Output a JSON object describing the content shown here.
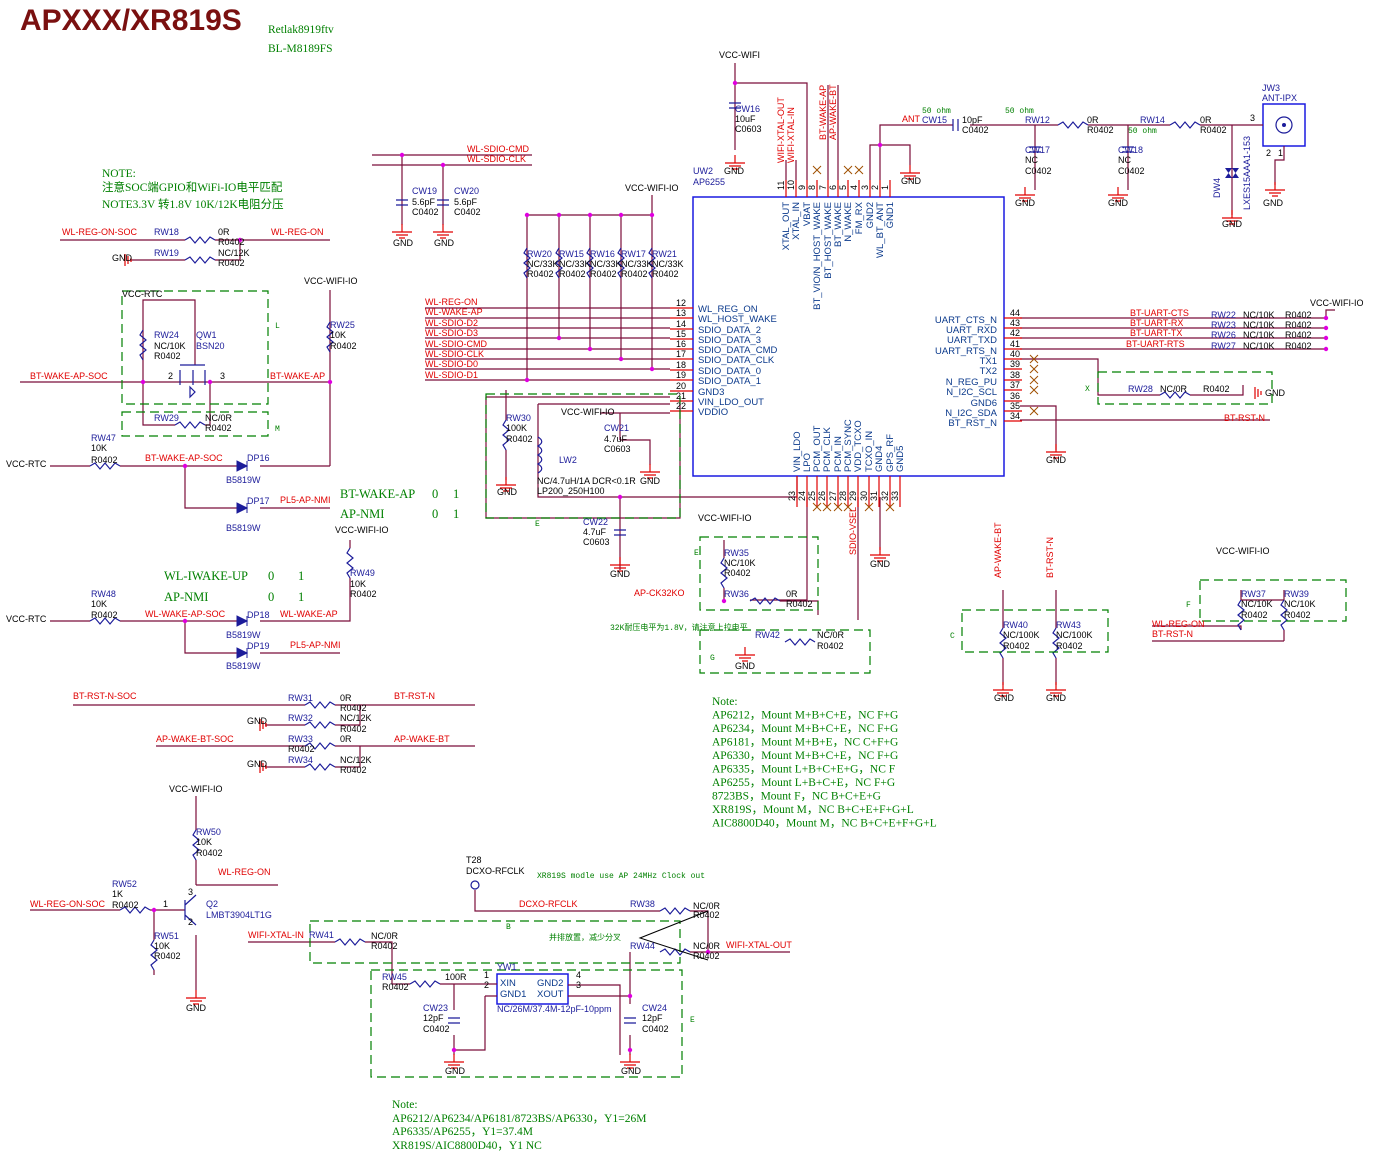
{
  "title": "APXXX/XR819S",
  "subtitle": [
    "Retlak8919ftv",
    "BL-M8189FS"
  ],
  "notes": {
    "soc": [
      "NOTE:",
      "注意SOC端GPIO和WiFi-IO电平匹配",
      "NOTE3.3V 转1.8V 10K/12K电阻分压"
    ],
    "mount": [
      "Note:",
      "AP6212，Mount M+B+C+E，NC F+G",
      "AP6234，Mount M+B+C+E，NC F+G",
      "AP6181，Mount M+B+E，NC C+F+G",
      "AP6330，Mount M+B+C+E，NC F+G",
      "AP6335，Mount L+B+C+E+G，NC F",
      "AP6255，Mount L+B+C+E，NC F+G",
      "8723BS，Mount F，NC B+C+E+G",
      "XR819S，Mount M，NC B+C+E+F+G+L",
      "AIC8800D40，Mount M，NC B+C+E+F+G+L"
    ],
    "crystal": [
      "Note:",
      "AP6212/AP6234/AP6181/8723BS/AP6330，Y1=26M",
      "AP6335/AP6255，Y1=37.4M",
      "XR819S/AIC8800D40，Y1 NC"
    ],
    "clock": "XR819S modle use AP 24MHz Clock out",
    "parallel": "并排放置，减少分叉",
    "k32": "32K耐压电平为1.8V，请注意上拉电平"
  },
  "truth": {
    "t1": [
      "BT-WAKE-AP",
      "0",
      "1"
    ],
    "t2": [
      "AP-NMI",
      "0",
      "1"
    ],
    "t3": [
      "WL-IWAKE-UP",
      "0",
      "1"
    ],
    "t4": [
      "AP-NMI",
      "0",
      "1"
    ]
  },
  "common": {
    "gnd": "GND",
    "r0402": "R0402",
    "c0402": "C0402",
    "c0603": "C0603",
    "vcc_wifi": "VCC-WIFI",
    "vcc_wifi_io": "VCC-WIFI-IO",
    "vcc_rtc": "VCC-RTC",
    "ohm50": "50 ohm"
  },
  "module": {
    "ref": "UW2",
    "part": "AP6255",
    "top_pins": [
      "XTAL_OUT",
      "XTAL_IN",
      "VBAT",
      "BT_VIO/N_HOST_WAKE",
      "BT_HOST_WAKE",
      "BT_WAKE",
      "N_WAKE",
      "FM_RX",
      "GND2",
      "WL_BT_ANT",
      "GND1"
    ],
    "top_nums": [
      "11",
      "10",
      "9",
      "8",
      "7",
      "6",
      "5",
      "4",
      "3",
      "2",
      "1"
    ],
    "left_pins": [
      "WL_REG_ON",
      "WL_HOST_WAKE",
      "SDIO_DATA_2",
      "SDIO_DATA_3",
      "SDIO_DATA_CMD",
      "SDIO_DATA_CLK",
      "SDIO_DATA_0",
      "SDIO_DATA_1",
      "GND3",
      "VIN_LDO_OUT",
      "VDDIO"
    ],
    "left_nums": [
      "12",
      "13",
      "14",
      "15",
      "16",
      "17",
      "18",
      "19",
      "20",
      "21",
      "22"
    ],
    "right_pins": [
      "UART_CTS_N",
      "UART_RXD",
      "UART_TXD",
      "UART_RTS_N",
      "TX1",
      "TX2",
      "N_REG_PU",
      "N_I2C_SCL",
      "GND6",
      "N_I2C_SDA",
      "BT_RST_N"
    ],
    "right_nums": [
      "44",
      "43",
      "42",
      "41",
      "40",
      "39",
      "38",
      "37",
      "36",
      "35",
      "34"
    ],
    "bottom_pins": [
      "VIN_LDO",
      "LPO",
      "PCM_OUT",
      "PCM_CLK",
      "PCM_IN",
      "PCM_SYNC",
      "VDD_TCXO",
      "TCXO_IN",
      "GND4",
      "GPS_RF",
      "GND5"
    ],
    "bottom_nums": [
      "23",
      "24",
      "25",
      "26",
      "27",
      "28",
      "29",
      "30",
      "31",
      "32",
      "33"
    ]
  },
  "nets": {
    "wifi_xtal_out": "WIFI-XTAL-OUT",
    "wifi_xtal_in": "WIFI-XTAL-IN",
    "bt_wake_ap": "BT-WAKE-AP",
    "ap_wake_bt": "AP-WAKE-BT",
    "ant": "ANT",
    "wl_sdio_cmd": "WL-SDIO-CMD",
    "wl_sdio_clk": "WL-SDIO-CLK",
    "wl_reg_on": "WL-REG-ON",
    "wl_wake_ap": "WL-WAKE-AP",
    "wl_sdio_d2": "WL-SDIO-D2",
    "wl_sdio_d3": "WL-SDIO-D3",
    "wl_sdio_d0": "WL-SDIO-D0",
    "wl_sdio_d1": "WL-SDIO-D1",
    "bt_uart_cts": "BT-UART-CTS",
    "bt_uart_rx": "BT-UART-RX",
    "bt_uart_tx": "BT-UART-TX",
    "bt_uart_rts": "BT-UART-RTS",
    "bt_rst_n": "BT-RST-N",
    "wl_reg_on_soc": "WL-REG-ON-SOC",
    "bt_wake_ap_soc": "BT-WAKE-AP-SOC",
    "pl5_ap_nmi": "PL5-AP-NMI",
    "wl_wake_ap_soc": "WL-WAKE-AP-SOC",
    "bt_rst_n_soc": "BT-RST-N-SOC",
    "ap_wake_bt_soc": "AP-WAKE-BT-SOC",
    "ap_ck32ko": "AP-CK32KO",
    "sdio_vsel": "SDIO-VSEL",
    "dcxo_rfclk": "DCXO-RFCLK"
  },
  "parts": {
    "CW16": "CW16",
    "CW15": "CW15",
    "RW12": "RW12",
    "RW14": "RW14",
    "JW3": "JW3",
    "ant_ipx": "ANT-IPX",
    "CW17": "CW17",
    "CW18": "CW18",
    "DW4": "DW4",
    "CW19": "CW19",
    "CW20": "CW20",
    "RW20": "RW20",
    "RW15": "RW15",
    "RW16": "RW16",
    "RW17": "RW17",
    "RW21": "RW21",
    "RW30": "RW30",
    "LW2": "LW2",
    "CW21": "CW21",
    "CW22": "CW22",
    "RW22": "RW22",
    "RW23": "RW23",
    "RW26": "RW26",
    "RW27": "RW27",
    "RW28": "RW28",
    "RW18": "RW18",
    "RW19": "RW19",
    "RW24": "RW24",
    "QW1": "QW1",
    "RW29": "RW29",
    "RW25": "RW25",
    "RW47": "RW47",
    "DP16": "DP16",
    "DP17": "DP17",
    "RW49": "RW49",
    "RW48": "RW48",
    "DP18": "DP18",
    "DP19": "DP19",
    "RW31": "RW31",
    "RW32": "RW32",
    "RW33": "RW33",
    "RW34": "RW34",
    "RW50": "RW50",
    "RW52": "RW52",
    "Q2": "Q2",
    "RW51": "RW51",
    "T28": "T28",
    "RW38": "RW38",
    "RW41": "RW41",
    "RW44": "RW44",
    "RW45": "RW45",
    "YW1": "YW1",
    "CW23": "CW23",
    "CW24": "CW24",
    "RW35": "RW35",
    "RW36": "RW36",
    "RW42": "RW42",
    "RW40": "RW40",
    "RW43": "RW43",
    "RW37": "RW37",
    "RW39": "RW39",
    "yw1_pins": [
      "XIN",
      "GND2",
      "GND1",
      "XOUT"
    ]
  },
  "values": {
    "v10uF": "10uF",
    "v10pF": "10pF",
    "v0R": "0R",
    "NC": "NC",
    "v5p6pF": "5.6pF",
    "nc33k": "NC/33K",
    "v100K": "100K",
    "v4p7uF": "4.7uF",
    "lw2_val": "NC/4.7uH/1A DCR<0.1R",
    "lw2_pkg": "LP200_250H100",
    "nc10k": "NC/10K",
    "nc0r": "NC/0R",
    "nc12k": "NC/12K",
    "v10K": "10K",
    "v1K": "1K",
    "bsn20": "BSN20",
    "b5819w": "B5819W",
    "lmbt": "LMBT3904LT1G",
    "tvs": "LXES15AAA1-153",
    "v100R": "100R",
    "v12pF": "12pF",
    "nc100k": "NC/100K",
    "xtal": "NC/26M/37.4M-12pF-10ppm",
    "n1": "1",
    "n2": "2",
    "n3": "3",
    "n4": "4"
  },
  "options": {
    "B": "B",
    "C": "C",
    "E": "E",
    "F": "F",
    "G": "G",
    "L": "L",
    "M": "M",
    "X": "X"
  }
}
